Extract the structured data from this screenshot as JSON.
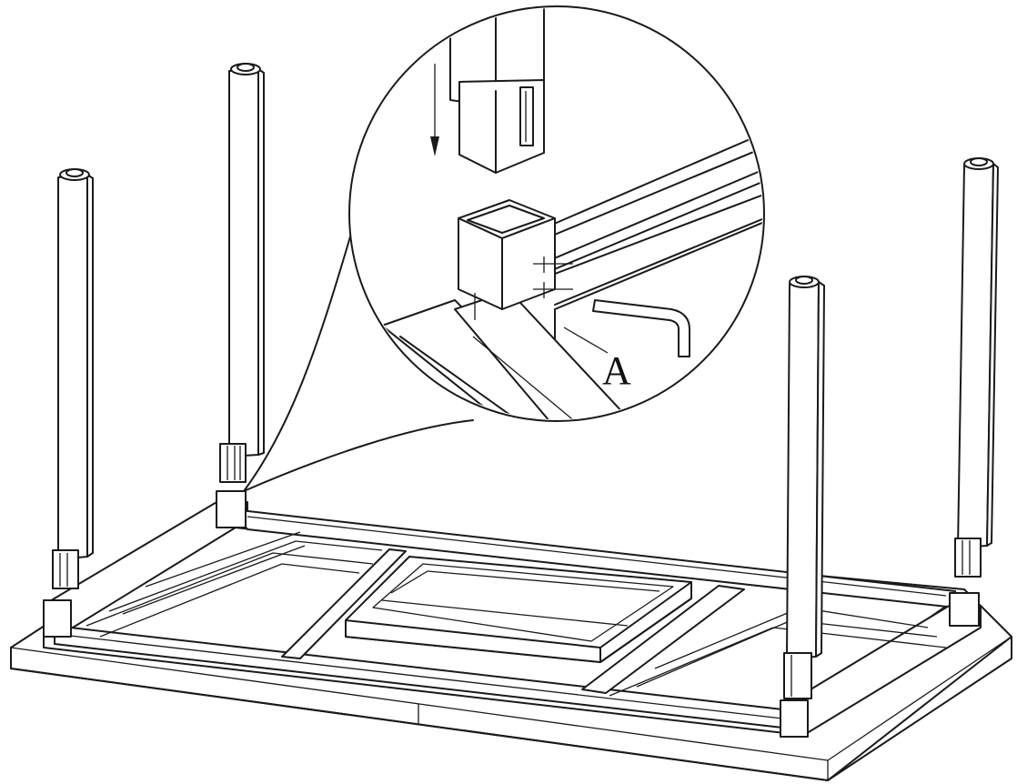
{
  "diagram": {
    "callout_label": "A",
    "colors": {
      "line": "#1a1a1a",
      "background": "#ffffff"
    },
    "parts": [
      "table-frame",
      "table-leg",
      "detail-magnifier",
      "hex-key"
    ]
  }
}
